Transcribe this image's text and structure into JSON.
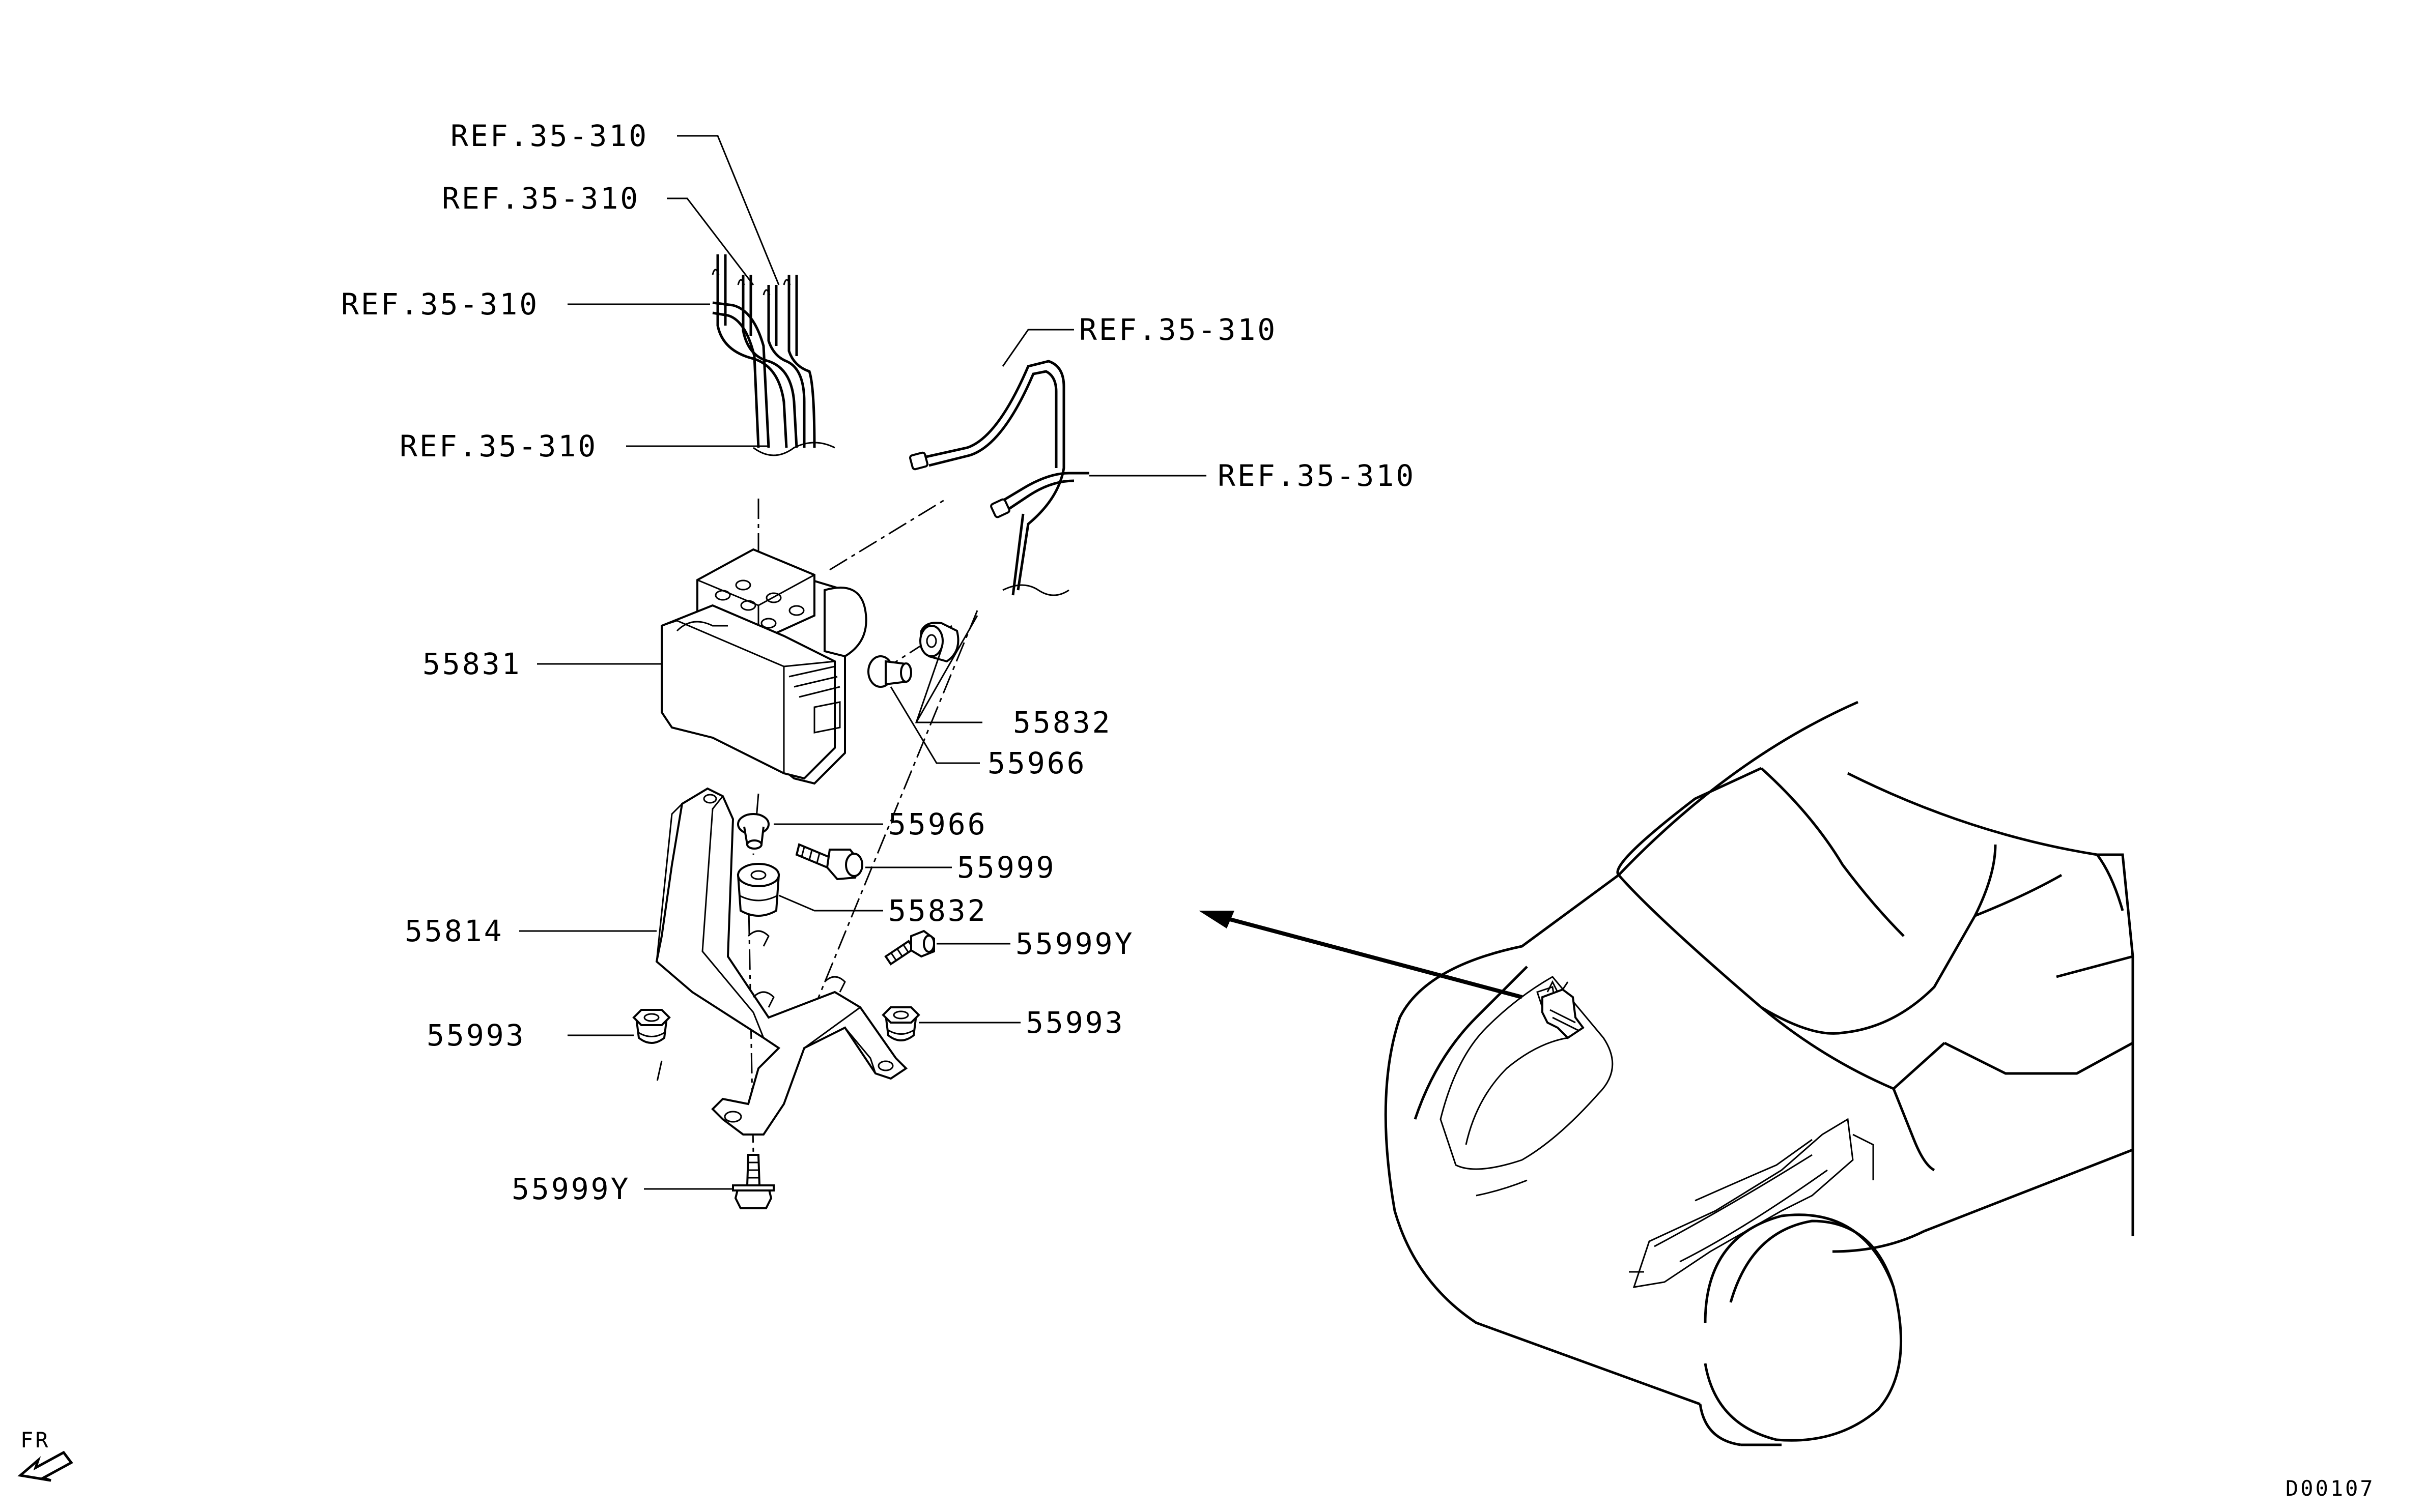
{
  "labels": {
    "ref1": "REF.35-310",
    "ref2": "REF.35-310",
    "ref3": "REF.35-310",
    "ref4": "REF.35-310",
    "ref5": "REF.35-310",
    "ref6": "REF.35-310",
    "p55831": "55831",
    "p55832a": "55832",
    "p55966a": "55966",
    "p55966b": "55966",
    "p55999": "55999",
    "p55832b": "55832",
    "p55814": "55814",
    "p55999Ya": "55999Y",
    "p55993a": "55993",
    "p55993b": "55993",
    "p55999Yb": "55999Y"
  },
  "front_marker": "FR",
  "diagram_code": "D00107"
}
